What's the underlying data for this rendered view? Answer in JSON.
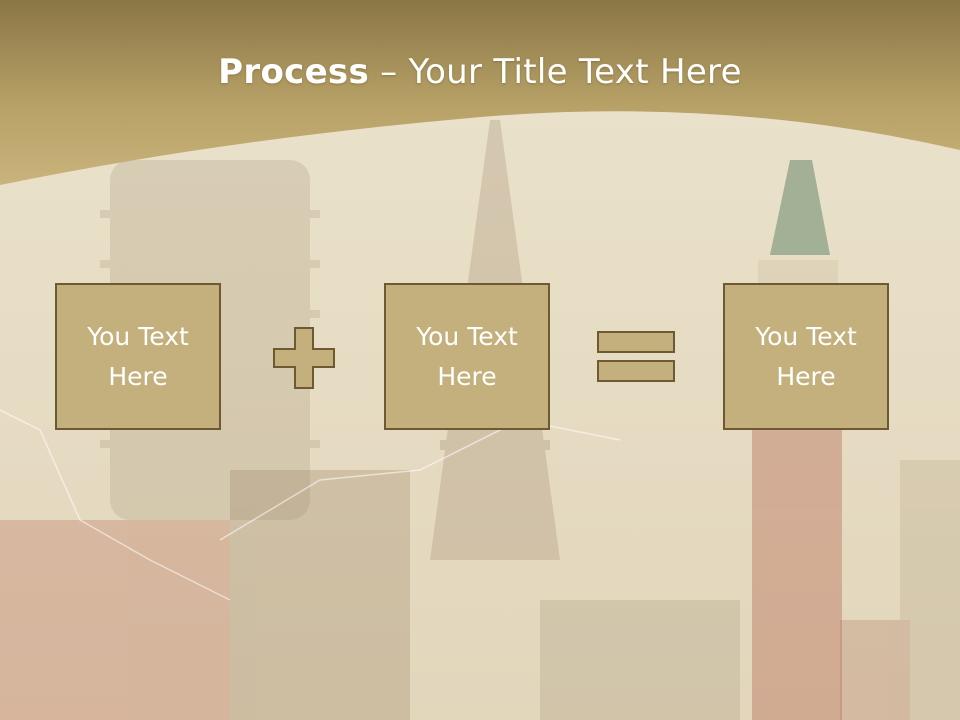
{
  "title": {
    "bold": "Process",
    "rest": " – Your Title Text Here"
  },
  "boxes": [
    {
      "text": "You Text Here"
    },
    {
      "text": "You Text Here"
    },
    {
      "text": "You Text Here"
    }
  ],
  "operators": [
    "plus-icon",
    "equals-icon"
  ],
  "colors": {
    "header": "#b9a46a",
    "box_fill": "#c4b07c",
    "box_border": "#6e5a32",
    "background": "#e8dfc8",
    "text": "#ffffff"
  }
}
